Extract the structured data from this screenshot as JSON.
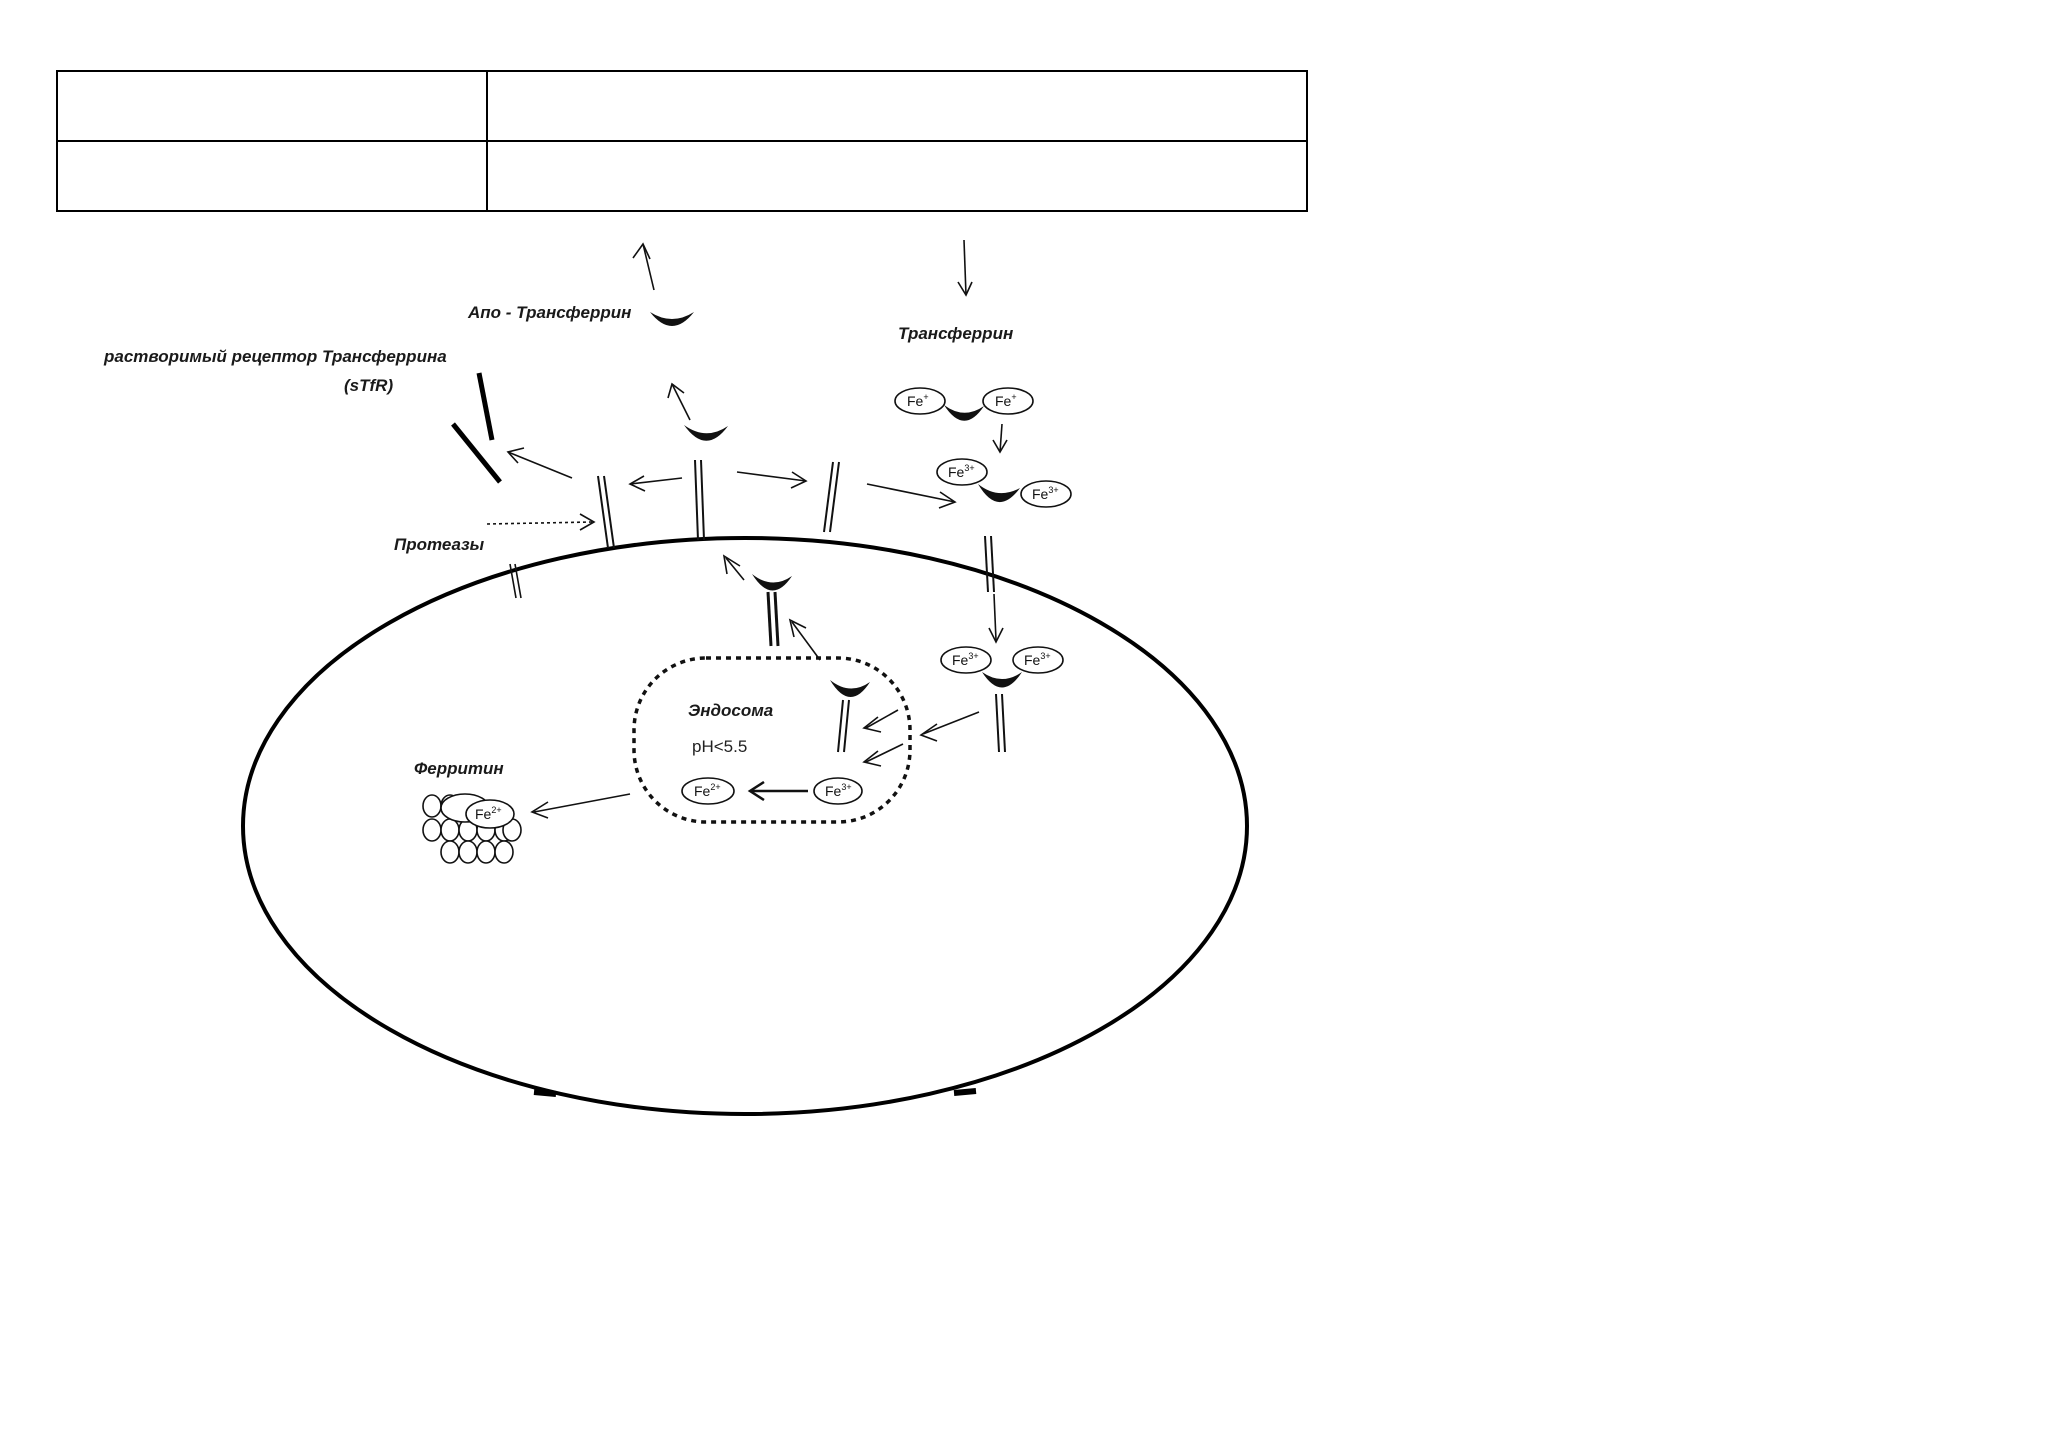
{
  "table": {
    "rows": [
      [
        "",
        ""
      ],
      [
        "",
        ""
      ]
    ]
  },
  "labels": {
    "apo_transferrin": "Апо - Трансферрин",
    "transferrin": "Трансферрин",
    "soluble_receptor_line1": "растворимый рецептор Трансферрина",
    "soluble_receptor_line2": "(sTfR)",
    "proteases": "Протеазы",
    "endosome": "Эндосома",
    "ph": "pH<5.5",
    "ferritin": "Ферритин"
  },
  "iron": {
    "fe_plain": "Fe",
    "fe3_sup": "3+",
    "fe2_sup": "2+",
    "fe_small_sup": "+"
  }
}
